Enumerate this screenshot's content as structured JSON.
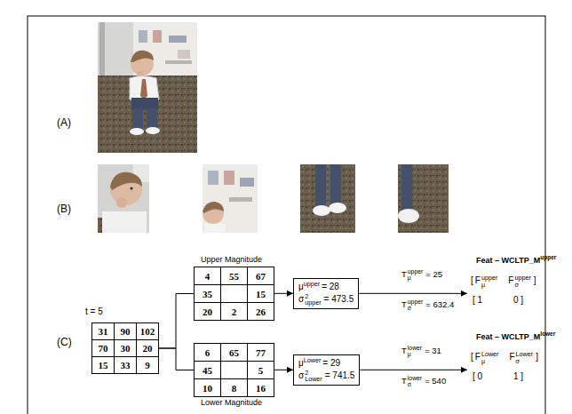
{
  "diagram": {
    "nodes": [
      {
        "text": [
          "31",
          "90",
          "102",
          "70",
          "30",
          "20",
          "15",
          "33",
          "9"
        ]
      },
      {
        "text": [
          "Upper Magnitude",
          "4",
          "55",
          "67",
          "35",
          "15",
          "20",
          "2",
          "26"
        ]
      },
      {
        "text": [
          "μ",
          "upper",
          "= 28",
          "σ",
          "2",
          "upper",
          "= 473.5"
        ]
      },
      {
        "text": [
          "6",
          "65",
          "77",
          "45",
          "5",
          "10",
          "8",
          "16",
          "Lower Magnitude"
        ]
      },
      {
        "text": [
          "μ",
          "Lower",
          "= 29",
          "σ",
          "2",
          "Lower",
          "= 741.5"
        ]
      }
    ],
    "edges": [
      {
        "from": 0,
        "to": 1,
        "arrow": "none"
      },
      {
        "from": 0,
        "to": 3,
        "arrow": "none"
      },
      {
        "from": 1,
        "to": 2,
        "arrow": "to"
      },
      {
        "from": 3,
        "to": 4,
        "arrow": "to"
      }
    ],
    "labels": [
      "(A)",
      "(B)",
      "(C)",
      "t = 5",
      "T",
      "μ",
      "upper",
      "= 25",
      "T",
      "σ",
      "upper",
      "= 632.4",
      "Feat – WCLTP_M",
      "upper",
      "[",
      "F",
      "upper",
      "μ",
      "F",
      "upper",
      "σ",
      "]",
      "[ 1",
      "0 ]",
      "T",
      "μ",
      "lower",
      "= 31",
      "T",
      "σ",
      "lower",
      "= 540",
      "Feat – WCLTP_M",
      "lower",
      "[",
      "F",
      "Lower",
      "μ",
      "F",
      "Lower",
      "σ",
      "]",
      "[ 0",
      "1 ]"
    ]
  }
}
